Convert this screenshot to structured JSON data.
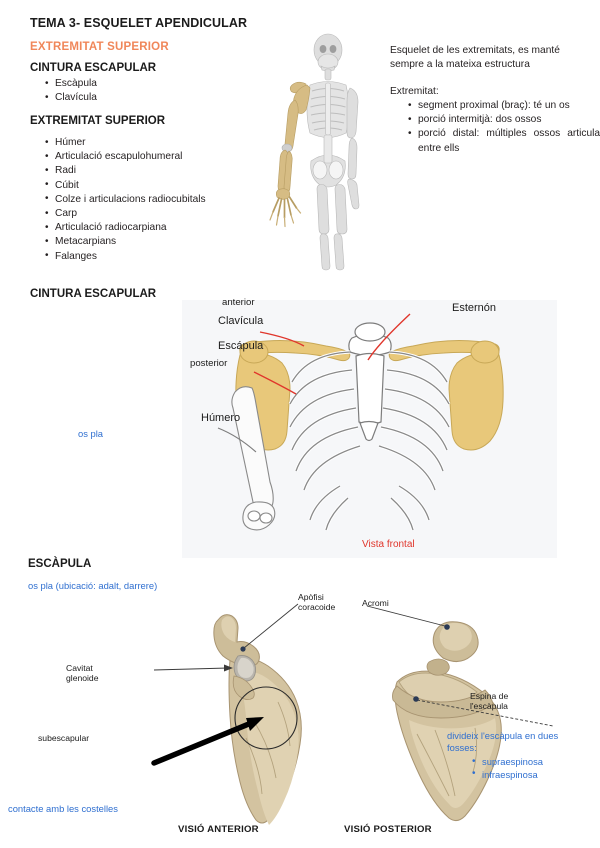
{
  "document": {
    "title": "TEMA 3- ESQUELET APENDICULAR"
  },
  "section_upper_limb": {
    "heading": "EXTREMITAT SUPERIOR",
    "heading_color": "#f0875a",
    "shoulder_girdle": {
      "heading": "CINTURA ESCAPULAR",
      "items": [
        "Escàpula",
        "Clavícula"
      ]
    },
    "upper_limb": {
      "heading": "EXTREMITAT SUPERIOR",
      "items": [
        "Húmer",
        "Articulació escapulohumeral",
        "Radi",
        "Cúbit",
        "Colze i articulacions radiocubitals",
        "Carp",
        "Articulació radiocarpiana",
        "Metacarpians",
        "Falanges"
      ]
    }
  },
  "intro_text": {
    "paragraph": "Esquelet de les extremitats, es manté sempre a la mateixa estructura",
    "lead_in": "Extremitat:",
    "items": [
      "segment proximal (braç): té un os",
      "porció intermitjà: dos ossos",
      "porció distal: múltiples ossos articulats entre ells"
    ]
  },
  "skeleton_figure": {
    "name": "full-skeleton-upper-limb-highlighted",
    "highlight_color": "#d8bf87",
    "bone_color": "#dcdcdc"
  },
  "shoulder_girdle_figure": {
    "heading": "CINTURA  ESCAPULAR",
    "side_note": "os pla",
    "side_note_color": "#2f6fd0",
    "labels": [
      {
        "text": "anterior",
        "name": "anterior-label"
      },
      {
        "text": "Clavícula",
        "name": "clavicula-label"
      },
      {
        "text": "Escápula",
        "name": "escapula-label"
      },
      {
        "text": "posterior",
        "name": "posterior-label"
      },
      {
        "text": "Húmero",
        "name": "humero-label"
      },
      {
        "text": "Esternón",
        "name": "esternon-label"
      }
    ],
    "caption": "Vista frontal",
    "caption_color": "#e0362c",
    "leader_color": "#e0362c",
    "bone_fill": "#ffffff",
    "scapula_fill": "#e8c87a",
    "panel_bg": "#f6f7f9"
  },
  "scapula_section": {
    "heading": "ESCÀPULA",
    "subtitle": "os pla (ubicació: adalt, darrere)",
    "subtitle_color": "#2f6fd0",
    "anterior": {
      "caption": "VISIÓ ANTERIOR",
      "labels": [
        {
          "text_line1": "Apòfisi",
          "text_line2": "coracoide",
          "name": "apofisi-coracoide-label"
        },
        {
          "text_line1": "Cavitat",
          "text_line2": "glenoide",
          "name": "cavitat-glenoide-label"
        },
        {
          "text_line1": "subescapular",
          "text_line2": "",
          "name": "subescapular-label"
        }
      ],
      "note": "contacte amb les costelles",
      "note_color": "#2f6fd0"
    },
    "posterior": {
      "caption": "VISIÓ POSTERIOR",
      "labels": [
        {
          "text_line1": "Acromi",
          "text_line2": "",
          "name": "acromi-label"
        },
        {
          "text_line1": "Espina de",
          "text_line2": "l'escàpula",
          "name": "espina-escapula-label"
        }
      ],
      "note_intro": "divideix l'escàpula en dues",
      "note_intro2": "fosses:",
      "note_items": [
        "supraespinosa",
        "infraespinosa"
      ],
      "note_color": "#2f6fd0"
    },
    "bone_fill": "#d9cba6"
  }
}
